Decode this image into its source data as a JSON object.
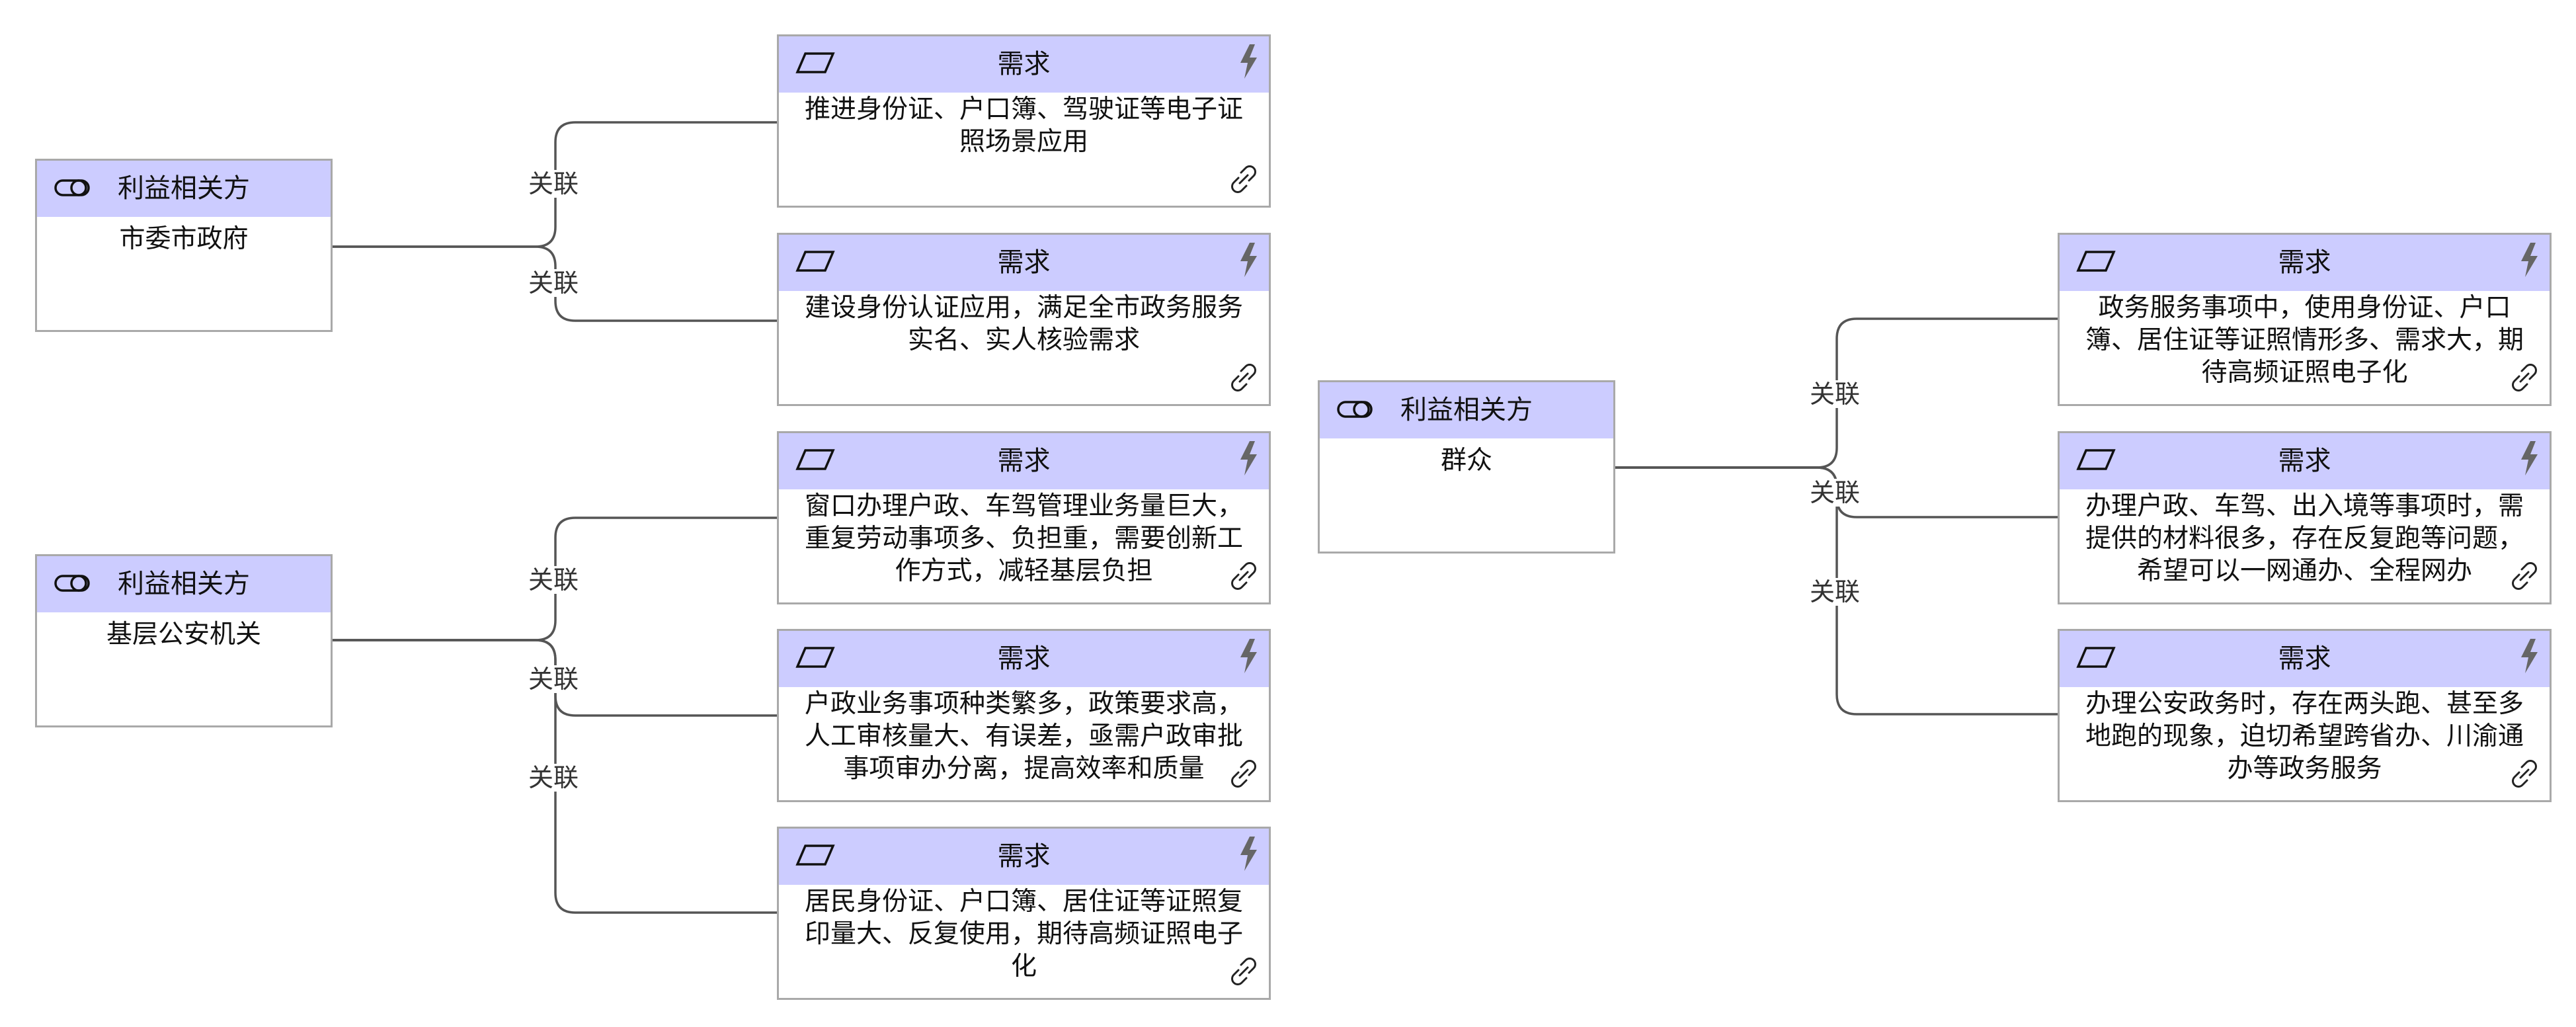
{
  "relation_label": "关联",
  "stakeholder_label": "利益相关方",
  "requirement_label": "需求",
  "stakeholders": [
    {
      "name": "市委市政府"
    },
    {
      "name": "基层公安机关"
    },
    {
      "name": "群众"
    }
  ],
  "requirements": [
    {
      "text": "推进身份证、户口簿、驾驶证等电子证照场景应用"
    },
    {
      "text": "建设身份认证应用，满足全市政务服务实名、实人核验需求"
    },
    {
      "text": "窗口办理户政、车驾管理业务量巨大，重复劳动事项多、负担重，需要创新工作方式，减轻基层负担"
    },
    {
      "text": "户政业务事项种类繁多，政策要求高，人工审核量大、有误差，亟需户政审批事项审办分离，提高效率和质量"
    },
    {
      "text": "居民身份证、户口簿、居住证等证照复印量大、反复使用，期待高频证照电子化"
    },
    {
      "text": "政务服务事项中，使用身份证、户口簿、居住证等证照情形多、需求大，期待高频证照电子化"
    },
    {
      "text": "办理户政、车驾、出入境等事项时，需提供的材料很多，存在反复跑等问题，希望可以一网通办、全程网办"
    },
    {
      "text": "办理公安政务时，存在两头跑、甚至多地跑的现象，迫切希望跨省办、川渝通办等政务服务"
    }
  ],
  "icons": {
    "stakeholder": "stakeholder-toggle-icon",
    "requirement": "parallelogram-icon",
    "flash": "lightning-icon",
    "link": "chain-link-icon"
  },
  "colors": {
    "header_fill": "#ccccff",
    "border": "#a9a9a9",
    "line": "#555555"
  }
}
